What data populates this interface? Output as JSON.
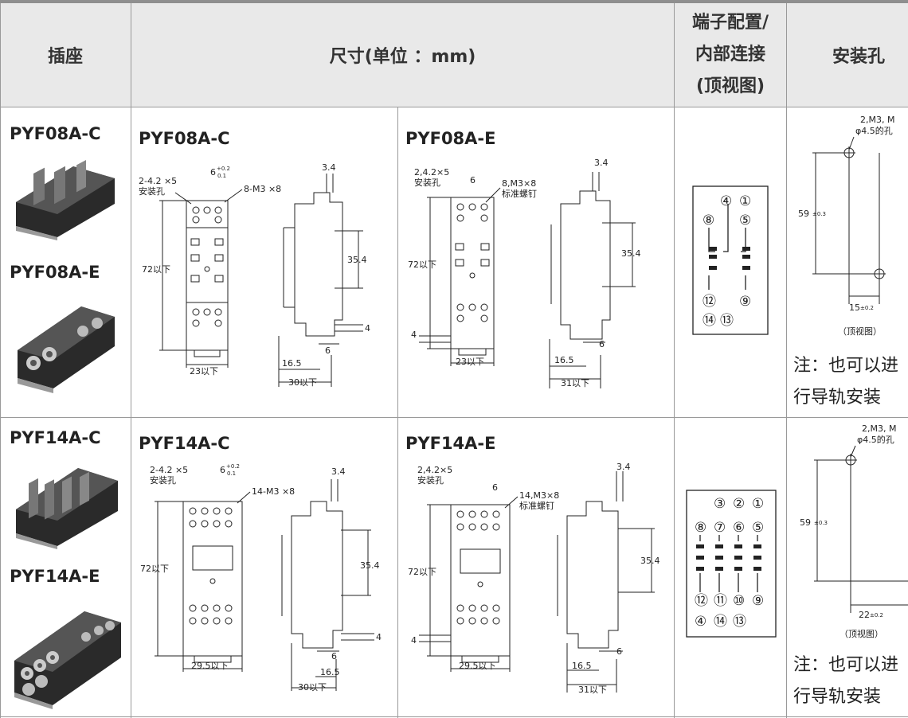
{
  "header": {
    "col_socket": "插座",
    "col_dimensions": "尺寸(单位 ：mm)",
    "col_terminal_line1": "端子配置/",
    "col_terminal_line2": "内部连接",
    "col_terminal_line3": "(顶视图)",
    "col_mounting": "安装孔"
  },
  "rows": [
    {
      "socket_models": [
        "PYF08A-C",
        "PYF08A-E"
      ],
      "dim_c": {
        "title": "PYF08A-C",
        "mount_hole": "2-4.2 ×5",
        "mount_hole_2": "安装孔",
        "pitch": "6",
        "pitch_tol_upper": "+0.2",
        "pitch_tol_lower": "0.1",
        "screws": "8-M3 ×8",
        "height": "72以下",
        "width": "23以下",
        "thick": "3.4",
        "rail": "35.4",
        "h4": "4",
        "w6": "6",
        "d165": "16.5",
        "d30": "30以下"
      },
      "dim_e": {
        "title": "PYF08A-E",
        "mount_hole": "2,4.2×5",
        "mount_hole_2": "安装孔",
        "pitch": "6",
        "screws": "8,M3×8",
        "screws_2": "标准螺钉",
        "height": "72以下",
        "width": "23以下",
        "thick": "3.4",
        "rail": "35.4",
        "h4": "4",
        "w6": "6",
        "d165": "16.5",
        "d31": "31以下"
      },
      "terminals": {
        "row1": [
          "④",
          "①"
        ],
        "row2": [
          "⑧",
          "⑤"
        ],
        "row3": [
          "⑫",
          "⑨"
        ],
        "row4": [
          "⑭",
          "⑬"
        ]
      },
      "mounting": {
        "screw": "2,M3, M",
        "hole": "φ4.5的孔",
        "dim": "59",
        "dim_tol": "±0.3",
        "spacing": "15",
        "spacing_tol": "±0.2",
        "view": "（顶视图）",
        "note_line1": "注：也可以进",
        "note_line2": "行导轨安装"
      }
    },
    {
      "socket_models": [
        "PYF14A-C",
        "PYF14A-E"
      ],
      "dim_c": {
        "title": "PYF14A-C",
        "mount_hole": "2-4.2 ×5",
        "mount_hole_2": "安装孔",
        "pitch": "6",
        "pitch_tol_upper": "+0.2",
        "pitch_tol_lower": "0.1",
        "screws": "14-M3 ×8",
        "height": "72以下",
        "width": "29.5以下",
        "thick": "3.4",
        "rail": "35.4",
        "h4": "4",
        "w6": "6",
        "d165": "16.5",
        "d30": "30以下"
      },
      "dim_e": {
        "title": "PYF14A-E",
        "mount_hole": "2,4.2×5",
        "mount_hole_2": "安装孔",
        "pitch": "6",
        "screws": "14,M3×8",
        "screws_2": "标准螺钉",
        "height": "72以下",
        "width": "29.5以下",
        "thick": "3.4",
        "rail": "35.4",
        "h4": "4",
        "w6": "6",
        "d165": "16.5",
        "d31": "31以下"
      },
      "terminals": {
        "row1": [
          "③",
          "②",
          "①"
        ],
        "row2": [
          "⑧",
          "⑦",
          "⑥",
          "⑤"
        ],
        "row3": [
          "⑫",
          "⑪",
          "⑩",
          "⑨"
        ],
        "row4": [
          "④",
          "⑭",
          "⑬"
        ]
      },
      "mounting": {
        "screw": "2,M3, M",
        "hole": "φ4.5的孔",
        "dim": "59",
        "dim_tol": "±0.3",
        "spacing": "22",
        "spacing_tol": "±0.2",
        "view": "（顶视图）",
        "note_line1": "注：也可以进",
        "note_line2": "行导轨安装"
      }
    }
  ],
  "colors": {
    "header_bg": "#e9e9e9",
    "border": "#9a9a9a",
    "drawing": "#222222"
  }
}
